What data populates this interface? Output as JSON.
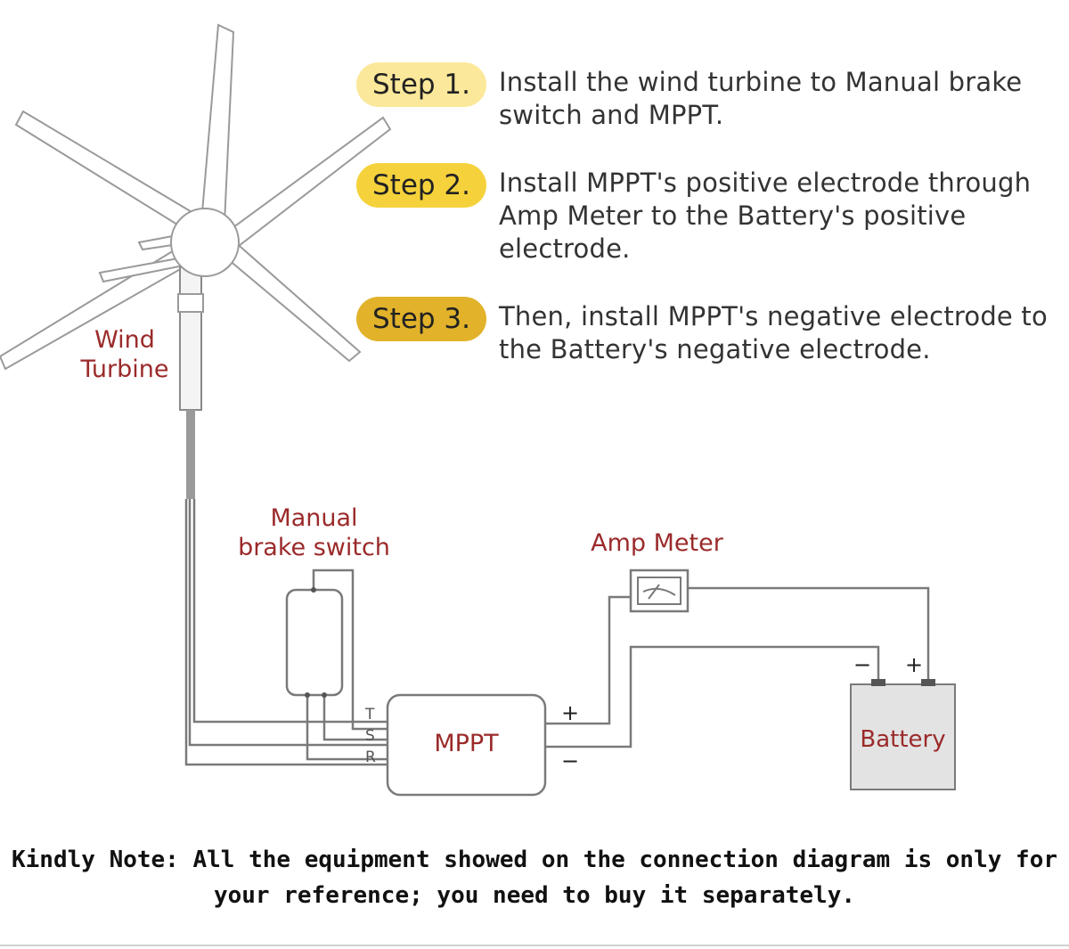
{
  "steps": [
    {
      "badge": "Step 1.",
      "color": "#fbe89a",
      "text": "Install the wind turbine to Manual brake switch and MPPT."
    },
    {
      "badge": "Step 2.",
      "color": "#f5d23c",
      "text": "Install MPPT's positive electrode through Amp Meter to the Battery's positive electrode."
    },
    {
      "badge": "Step 3.",
      "color": "#e1b22a",
      "text": "Then, install MPPT's negative electrode to the Battery's negative electrode."
    }
  ],
  "labels": {
    "wind_turbine": "Wind\nTurbine",
    "brake_switch": "Manual\nbrake switch",
    "amp_meter": "Amp Meter",
    "mppt": "MPPT",
    "battery": "Battery"
  },
  "terminals": {
    "t": "T",
    "s": "S",
    "r": "R"
  },
  "signs": {
    "plus": "+",
    "minus": "−"
  },
  "note": "Kindly Note: All the equipment showed on the connection diagram is only for your reference; you need to buy it separately.",
  "colors": {
    "label": "#9b2a2a",
    "wire": "#7a7a7a",
    "battery_fill": "#e3e3e3"
  }
}
